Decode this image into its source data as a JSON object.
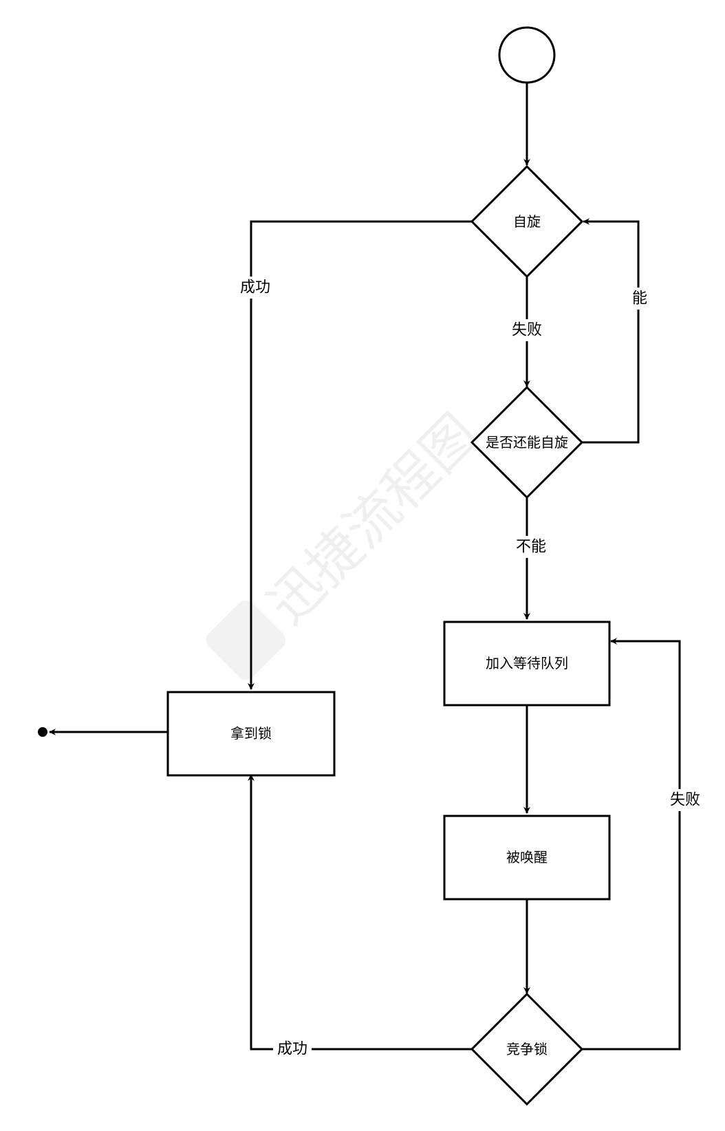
{
  "nodes": {
    "start": "",
    "spin": "自旋",
    "can_spin": "是否还能自旋",
    "enqueue": "加入等待队列",
    "awakened": "被唤醒",
    "compete": "竞争锁",
    "acquired": "拿到锁"
  },
  "edges": {
    "spin_fail": "失败",
    "spin_success": "成功",
    "can_yes": "能",
    "can_no": "不能",
    "compete_fail": "失败",
    "compete_success": "成功"
  },
  "watermark": "迅捷流程图"
}
